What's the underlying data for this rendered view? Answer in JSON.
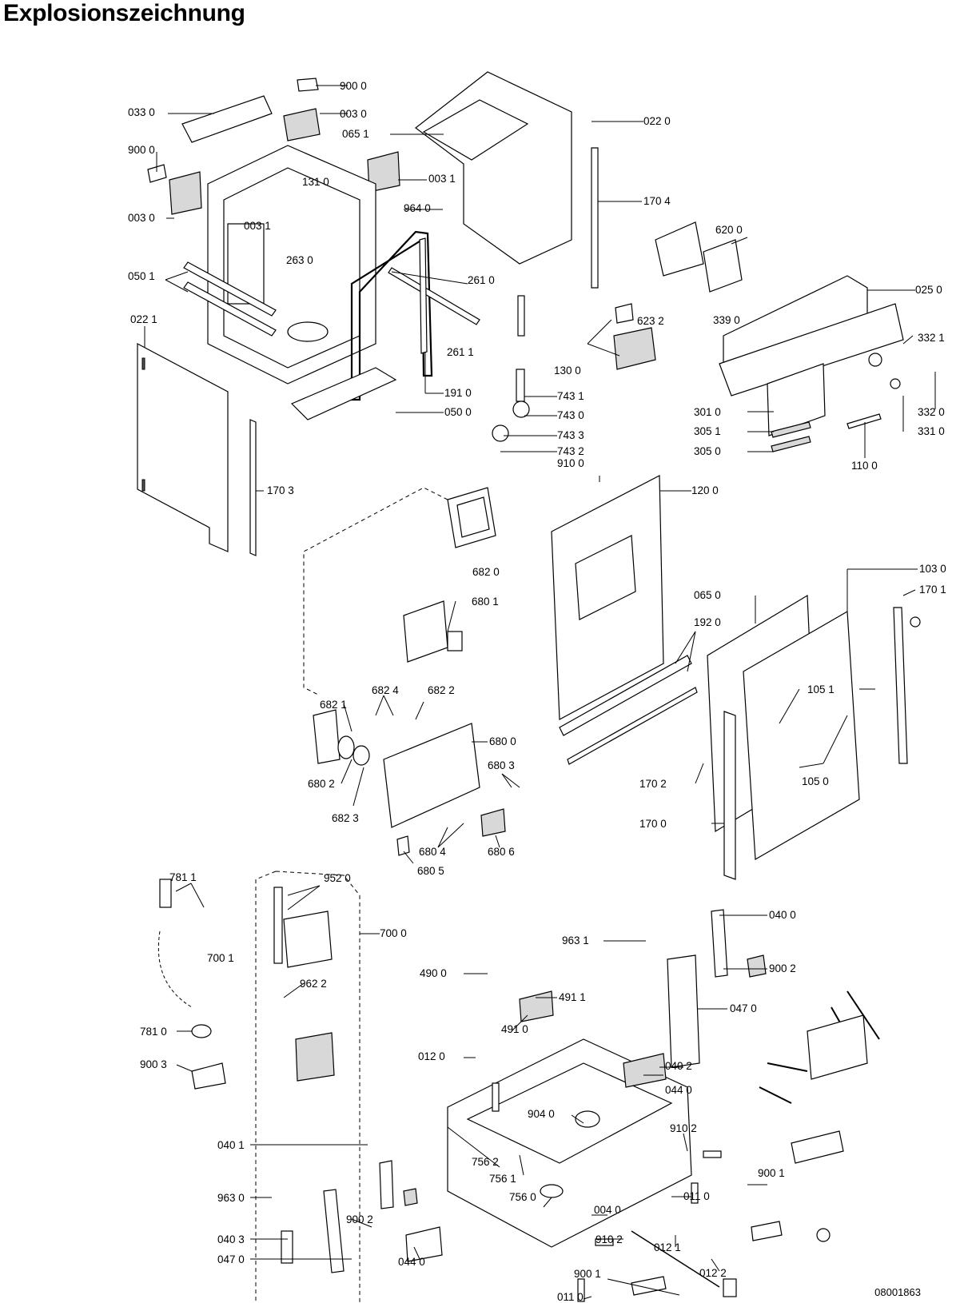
{
  "title": "Explosionszeichnung",
  "drawing_number": "08001863",
  "callouts": [
    "900 0",
    "033 0",
    "003 0",
    "065 1",
    "022 0",
    "900 0",
    "003 1",
    "131 0",
    "964 0",
    "003 0",
    "170 4",
    "003 1",
    "263 0",
    "050 1",
    "261 0",
    "620 0",
    "025 0",
    "623 2",
    "339 0",
    "022 1",
    "261 1",
    "130 0",
    "332 1",
    "191 0",
    "743 1",
    "050 0",
    "743 0",
    "301 0",
    "332 0",
    "743 3",
    "305 1",
    "331 0",
    "743 2",
    "305 0",
    "110 0",
    "910 0",
    "170 3",
    "120 0",
    "682 0",
    "103 0",
    "065 0",
    "170 1",
    "680 1",
    "192 0",
    "105 1",
    "682 4",
    "682 2",
    "682 1",
    "680 0",
    "680 3",
    "105 0",
    "170 2",
    "680 2",
    "682 3",
    "170 0",
    "680 4",
    "680 6",
    "680 5",
    "781 1",
    "952 0",
    "700 0",
    "700 1",
    "962 2",
    "963 1",
    "040 0",
    "490 0",
    "900 2",
    "491 1",
    "047 0",
    "491 0",
    "781 0",
    "012 0",
    "040 2",
    "900 3",
    "044 0",
    "904 0",
    "910 2",
    "040 1",
    "756 2",
    "756 1",
    "900 1",
    "011 0",
    "756 0",
    "004 0",
    "963 0",
    "900 2",
    "040 3",
    "910 2",
    "012 1",
    "047 0",
    "044 0",
    "012 2",
    "900 1",
    "011 0"
  ]
}
